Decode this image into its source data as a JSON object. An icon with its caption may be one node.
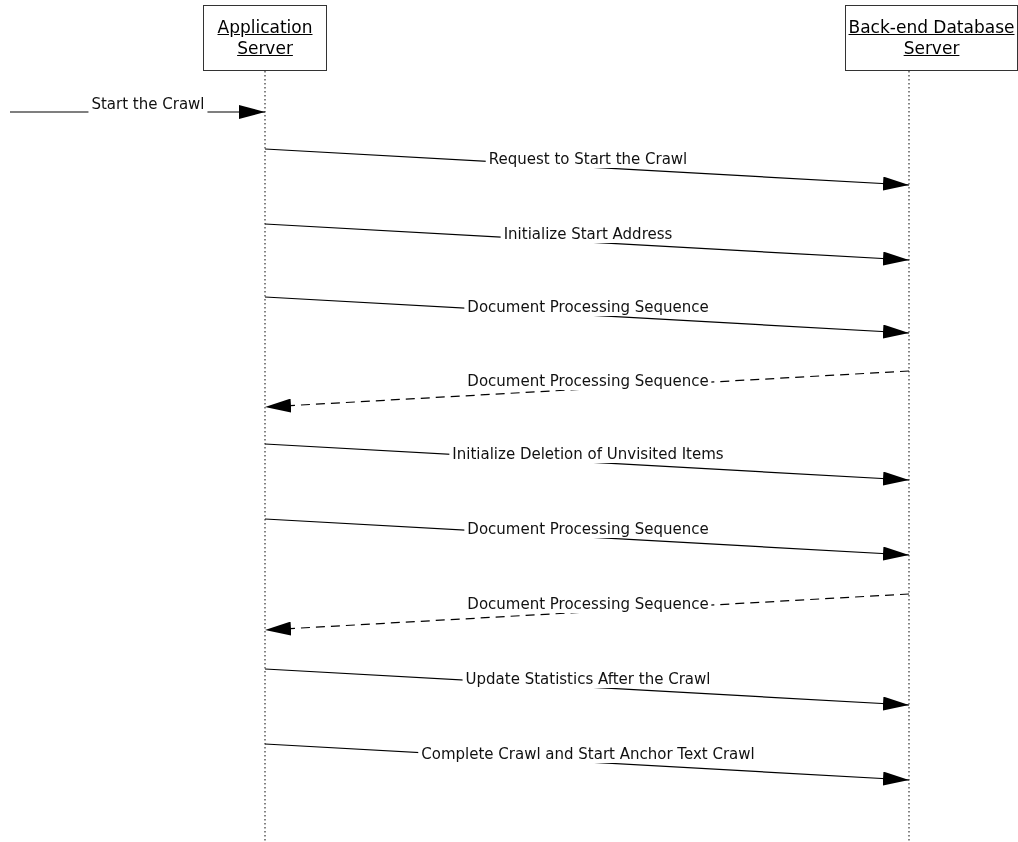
{
  "diagram": {
    "nodes": [
      {
        "text": [
          "Application Server"
        ]
      },
      {
        "text": [
          "Back-end Database Server"
        ]
      }
    ],
    "edges": [
      {
        "from": null,
        "to": 0,
        "arrow": "to",
        "label": "Start the Crawl"
      },
      {
        "from": 0,
        "to": 1,
        "arrow": "to",
        "label": "Request to Start the Crawl"
      },
      {
        "from": 0,
        "to": 1,
        "arrow": "to",
        "label": "Initialize Start Address"
      },
      {
        "from": 0,
        "to": 1,
        "arrow": "to",
        "label": "Document Processing Sequence"
      },
      {
        "from": 1,
        "to": 0,
        "arrow": "to",
        "label": "Document Processing Sequence",
        "style": "dashed"
      },
      {
        "from": 0,
        "to": 1,
        "arrow": "to",
        "label": "Initialize Deletion of Unvisited Items"
      },
      {
        "from": 0,
        "to": 1,
        "arrow": "to",
        "label": "Document Processing Sequence"
      },
      {
        "from": 1,
        "to": 0,
        "arrow": "to",
        "label": "Document Processing Sequence",
        "style": "dashed"
      },
      {
        "from": 0,
        "to": 1,
        "arrow": "to",
        "label": "Update Statistics After the Crawl"
      },
      {
        "from": 0,
        "to": 1,
        "arrow": "to",
        "label": "Complete Crawl and Start Anchor Text Crawl"
      }
    ]
  }
}
